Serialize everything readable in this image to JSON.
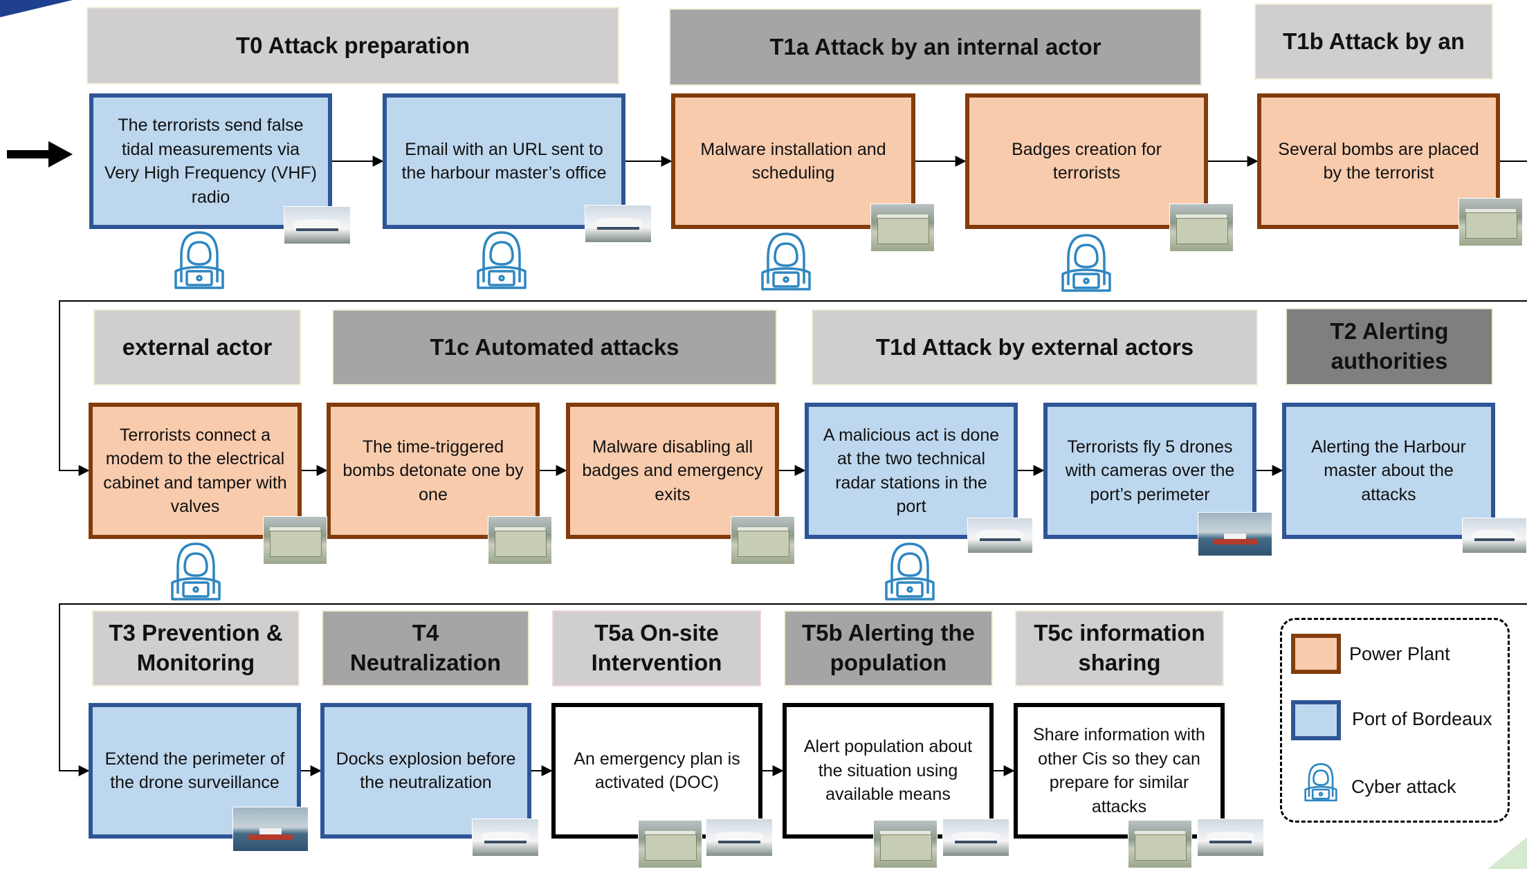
{
  "headers": {
    "t0": "T0 Attack preparation",
    "t1a": "T1a Attack by an internal actor",
    "t1b": "T1b Attack by an",
    "t1b_cont": "external actor",
    "t1c": "T1c Automated attacks",
    "t1d": "T1d Attack by external actors",
    "t2": "T2 Alerting\nauthorities",
    "t3": "T3 Prevention &\nMonitoring",
    "t4": "T4\nNeutralization",
    "t5a": "T5a On-site\nIntervention",
    "t5b": "T5b Alerting the\npopulation",
    "t5c": "T5c information\nsharing"
  },
  "steps": {
    "s1": "The terrorists send false tidal measurements via Very High Frequency (VHF) radio",
    "s2": "Email with an URL sent to the harbour master’s office",
    "s3": "Malware installation and scheduling",
    "s4": "Badges creation for terrorists",
    "s5": "Several bombs are placed by the terrorist",
    "s6": "Terrorists connect a modem to the electrical cabinet and tamper with valves",
    "s7": "The time-triggered bombs detonate one by one",
    "s8": "Malware disabling all badges and emergency exits",
    "s9": "A malicious act is done at the two technical radar stations in the port",
    "s10": "Terrorists fly 5 drones with cameras over the port’s perimeter",
    "s11": "Alerting the Harbour master about the attacks",
    "s12": "Extend the perimeter of the drone surveillance",
    "s13": "Docks explosion before the neutralization",
    "s14": "An emergency plan is activated (DOC)",
    "s15": "Alert population about the situation using available means",
    "s16": "Share information with other Cis so they can prepare for similar attacks"
  },
  "legend": {
    "power_plant": "Power Plant",
    "port": "Port of Bordeaux",
    "cyber": "Cyber attack"
  },
  "icons": {
    "cyber": "hooded-hacker-laptop-icon",
    "port_photo": "harbour-building-photo",
    "plant_photo": "power-plant-photo",
    "ship_photo": "ship-photo"
  },
  "colors": {
    "plant_fill": "#f8cbad",
    "plant_border": "#833c0b",
    "port_fill": "#bdd7ee",
    "port_border": "#2f5597",
    "hacker_blue": "#2e86c1"
  }
}
